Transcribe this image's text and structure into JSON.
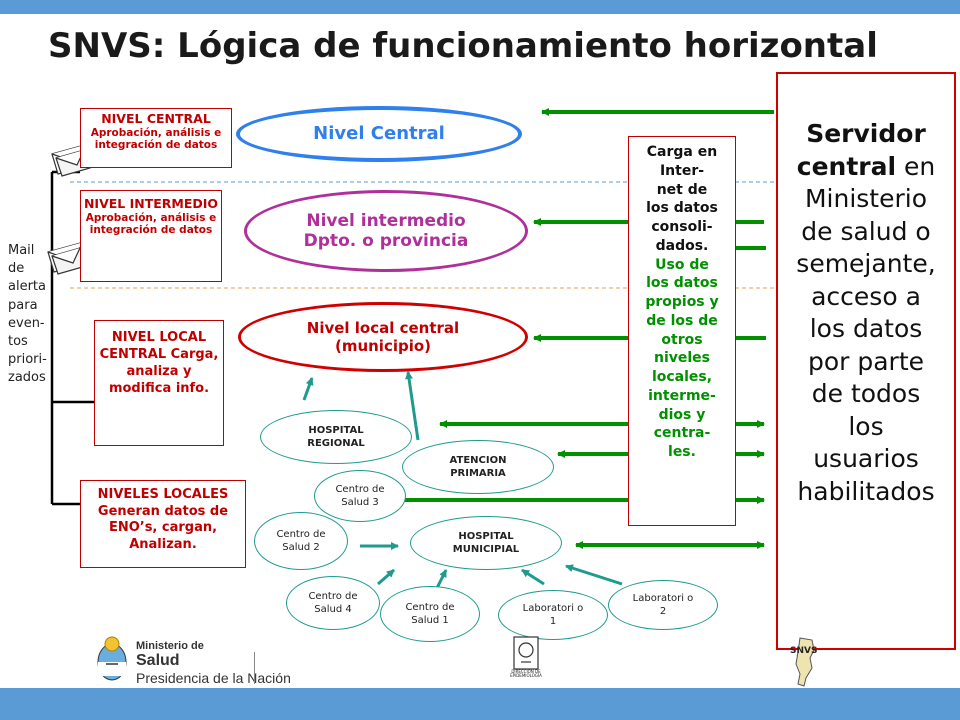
{
  "title": "SNVS: Lógica de funcionamiento horizontal",
  "left_boxes": {
    "central": {
      "heading": "NIVEL CENTRAL",
      "sub": "Aprobación, análisis e integración de datos"
    },
    "intermedio": {
      "heading": "NIVEL INTERMEDIO",
      "sub": "Aprobación, análisis e integración de datos"
    },
    "local_central": {
      "heading": "NIVEL LOCAL CENTRAL Carga, analiza y modifica info."
    },
    "locales": {
      "heading": "NIVELES LOCALES Generan datos de ENO’s, cargan, Analizan."
    }
  },
  "mail_label": "Mail\nde\nalerta\npara\neven-\ntos\npriori-\nzados",
  "levels": {
    "central": "Nivel Central",
    "intermedio_line1": "Nivel intermedio",
    "intermedio_line2": "Dpto. o provincia",
    "local_line1": "Nivel local central",
    "local_line2": "(municipio)"
  },
  "nodes": {
    "hospital_regional": "HOSPITAL REGIONAL",
    "atencion_primaria": "ATENCION PRIMARIA",
    "hospital_municipal": "HOSPITAL MUNICIPIAL",
    "centro3": "Centro de Salud 3",
    "centro2": "Centro de Salud 2",
    "centro4": "Centro de Salud 4",
    "centro1": "Centro de Salud 1",
    "lab1": "Laboratori o 1",
    "lab2": "Laboratori o 2"
  },
  "carga": {
    "black_lines": [
      "Carga en",
      "Inter-",
      "net de",
      "los datos",
      "consoli-",
      "dados."
    ],
    "green_lines": [
      "Uso de",
      "los datos",
      "propios y",
      "de los de",
      "otros",
      "niveles",
      "locales,",
      "interme-",
      "dios y",
      "centra-",
      "les."
    ]
  },
  "server": {
    "bold_line1": "Servidor",
    "bold_line2": "central",
    "after_bold": " en",
    "rest": [
      "Ministerio",
      "de salud o",
      "semejante,",
      "acceso a",
      "los datos",
      "por parte",
      "de todos",
      "los",
      "usuarios",
      "habilitados"
    ]
  },
  "footer": {
    "ministry_line1": "Ministerio de",
    "ministry_line2": "Salud",
    "ministry_line3": "Presidencia de la Nación",
    "epi_label": "DIRECCIÓN DE EPIDEMIOLOGÍA",
    "snvs_logo": "SNVS"
  },
  "colors": {
    "bar": "#5b9bd5",
    "red": "#c00000",
    "blue": "#2f80ed",
    "purple": "#b0309a",
    "green": "#009000",
    "teal": "#1f9b8e"
  }
}
